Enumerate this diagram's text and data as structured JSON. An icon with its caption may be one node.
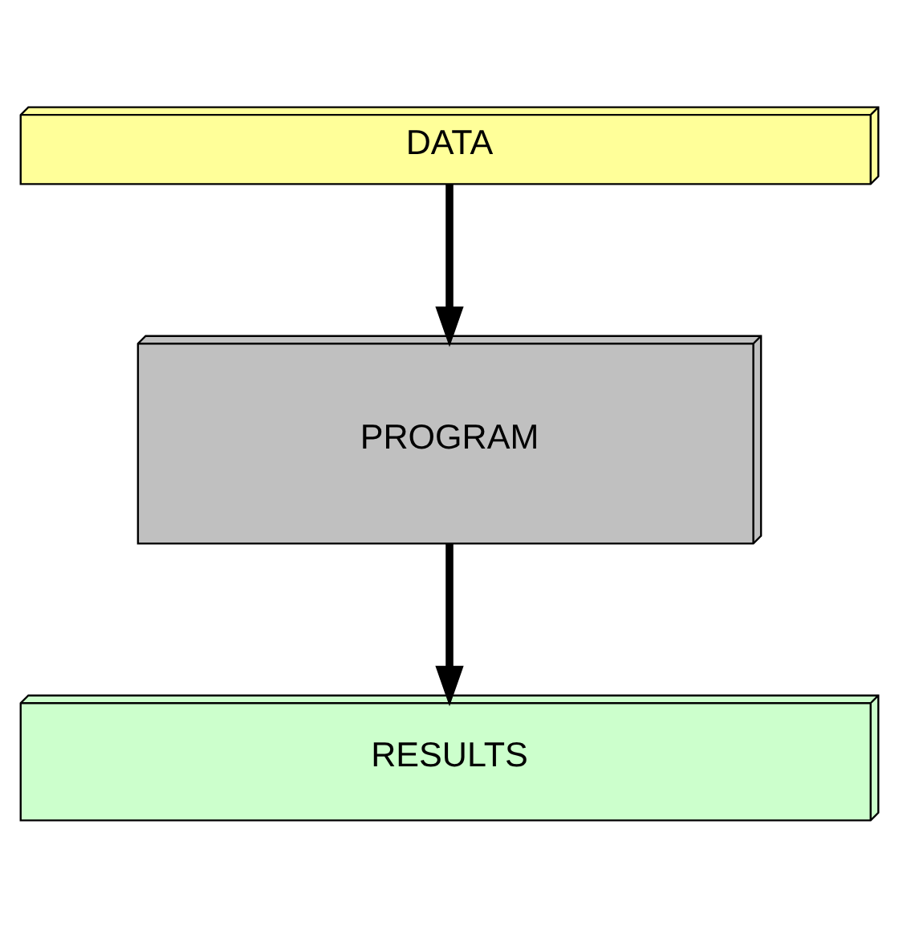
{
  "diagram": {
    "nodes": [
      {
        "text": [
          "DATA"
        ]
      },
      {
        "text": [
          "PROGRAM"
        ]
      },
      {
        "text": [
          "RESULTS"
        ]
      }
    ],
    "edges": [
      {
        "from": 0,
        "to": 1,
        "arrow": "to"
      },
      {
        "from": 1,
        "to": 2,
        "arrow": "to"
      }
    ]
  }
}
